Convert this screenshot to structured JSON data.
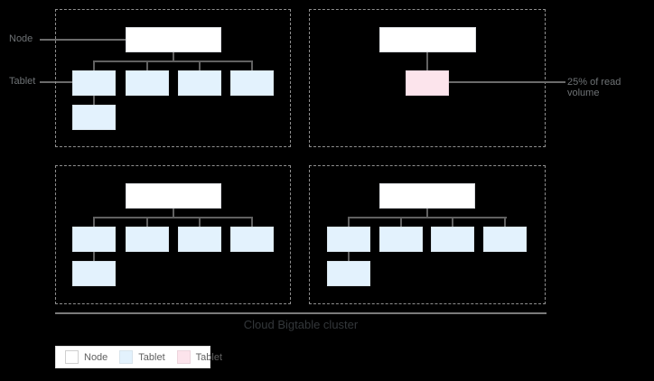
{
  "diagram": {
    "title": "Cloud Bigtable cluster",
    "labels": {
      "node": "Node",
      "tablet": "Tablet",
      "hot_tablet_annotation": "25% of read volume"
    },
    "colors": {
      "node_fill": "#ffffff",
      "tablet_fill": "#e3f2fd",
      "hot_tablet_fill": "#fce4ec",
      "connector": "#616161",
      "dashed_border": "#8f8f8f"
    }
  },
  "legend": {
    "items": [
      {
        "label": "Node",
        "color": "#ffffff"
      },
      {
        "label": "Tablet",
        "color": "#e3f2fd"
      },
      {
        "label": "Tablet",
        "color": "#fce4ec"
      }
    ]
  }
}
